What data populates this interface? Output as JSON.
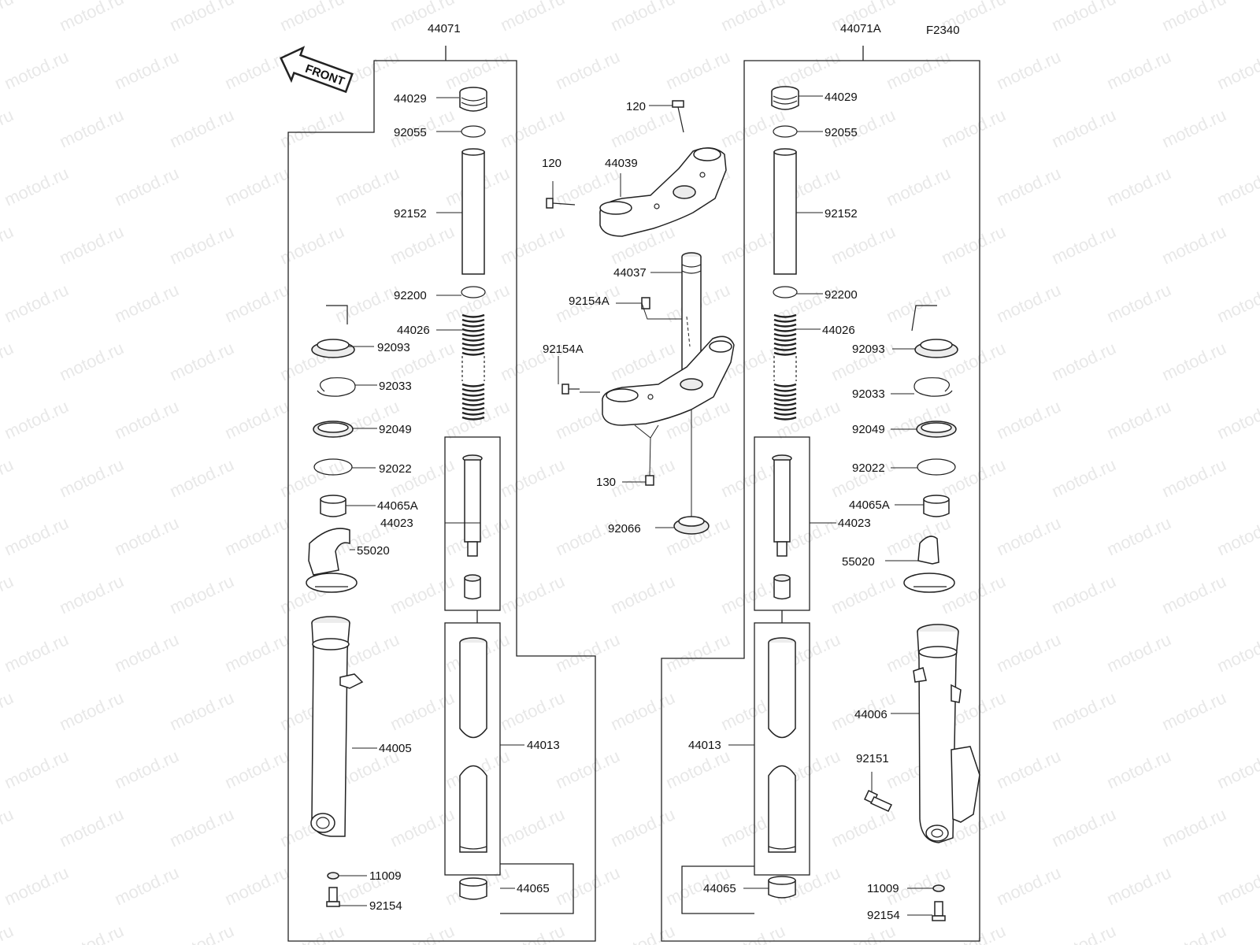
{
  "diagram_code": "F2340",
  "watermark_text": "motod.ru",
  "front_arrow_text": "FRONT",
  "assemblies": {
    "left": "44071",
    "right": "44071A"
  },
  "left": {
    "cap_bolt": "44029",
    "o_ring": "92055",
    "spacer_pipe": "92152",
    "washer": "92200",
    "fork_spring": "44026",
    "dust_seal": "92093",
    "snap_ring": "92033",
    "oil_seal": "92049",
    "washer_seal": "92022",
    "slide_bush_a": "44065A",
    "fork_guard": "55020",
    "damper_rod": "44023",
    "outer_tube": "44005",
    "inner_tube": "44013",
    "slide_bush": "44065",
    "gasket": "11009",
    "bottom_bolt": "92154"
  },
  "center": {
    "bolt_upper": "120",
    "bolt_left": "120",
    "upper_bracket": "44039",
    "stem": "44037",
    "stem_bolt_a": "92154A",
    "stem_bolt_b": "92154A",
    "stem_screw": "130",
    "stem_seal": "92066"
  },
  "right": {
    "cap_bolt": "44029",
    "o_ring": "92055",
    "spacer_pipe": "92152",
    "washer": "92200",
    "fork_spring": "44026",
    "dust_seal": "92093",
    "snap_ring": "92033",
    "oil_seal": "92049",
    "washer_seal": "92022",
    "slide_bush_a": "44065A",
    "fork_guard": "55020",
    "damper_rod": "44023",
    "outer_tube": "44006",
    "caliper_bolt": "92151",
    "inner_tube": "44013",
    "slide_bush": "44065",
    "gasket": "11009",
    "bottom_bolt": "92154"
  }
}
